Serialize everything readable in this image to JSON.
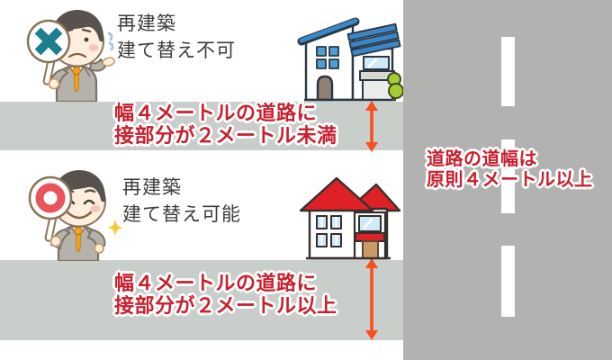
{
  "ng_section": {
    "verdict": {
      "line1": "再建築",
      "line2": "建て替え不可"
    },
    "band": {
      "line1": "幅４メートルの道路に",
      "line2": "接部分が２メートル未満"
    },
    "sign": "x-paddle"
  },
  "ok_section": {
    "verdict": {
      "line1": "再建築",
      "line2": "建て替え可能"
    },
    "band": {
      "line1": "幅４メートルの道路に",
      "line2": "接部分が２メートル以上"
    },
    "sign": "o-paddle"
  },
  "road": {
    "note": {
      "line1": "道路の道幅は",
      "line2": "原則４メートル以上"
    }
  },
  "colors": {
    "band_bg": "#caceca",
    "road_bg": "#b2b3b1",
    "red_text": "#c8202e",
    "dark_text": "#3f3b3a",
    "arrow_orange": "#f4511e",
    "x_sign_teal": "#1b7f8e",
    "o_sign_red": "#e9545d",
    "roof_blue": "#3a87c8",
    "roof_red": "#de2126"
  }
}
